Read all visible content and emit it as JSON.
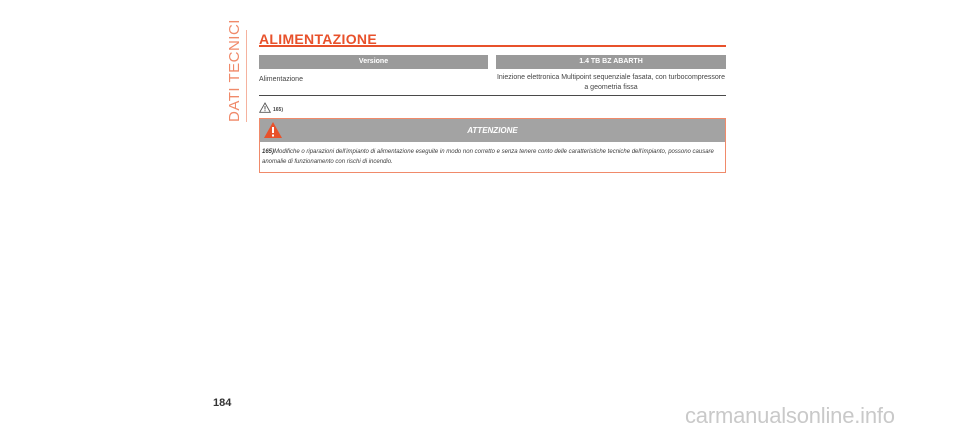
{
  "section_tab": "DATI TECNICI",
  "page_title": "ALIMENTAZIONE",
  "spec_table": {
    "headers": [
      "Versione",
      "1.4 TB BZ ABARTH"
    ],
    "rows": [
      {
        "label": "Alimentazione",
        "value": "Iniezione elettronica Multipoint sequenziale fasata, con turbocompressore a geometria fissa"
      }
    ]
  },
  "warning_reference": "165)",
  "attention": {
    "heading": "ATTENZIONE",
    "note_number": "165)",
    "text": "Modifiche o riparazioni dell'impianto di alimentazione eseguite in modo non corretto e senza tenere conto delle caratteristiche tecniche dell'impianto, possono causare anomalie di funzionamento con rischi di incendio."
  },
  "page_number": "184",
  "watermark": "carmanualsonline.info",
  "colors": {
    "accent": "#e8512b",
    "accent_light": "#f08a6a",
    "header_gray": "#9a9a9a"
  },
  "icons": {
    "warning_reference": "warning-triangle-outline-icon",
    "attention": "warning-triangle-filled-icon"
  }
}
